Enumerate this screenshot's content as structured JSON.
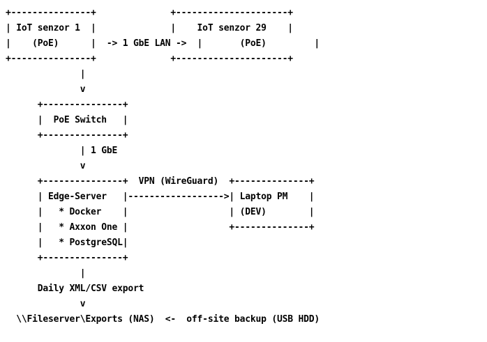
{
  "diagram": {
    "lines": [
      "+---------------+              +---------------------+",
      "| IoT senzor 1  |              |    IoT senzor 29    |",
      "|    (PoE)      |  -> 1 GbE LAN ->  |       (PoE)         |",
      "+---------------+              +---------------------+",
      "              |",
      "              v",
      "      +---------------+",
      "      |  PoE Switch   |",
      "      +---------------+",
      "              | 1 GbE",
      "              v",
      "      +---------------+  VPN (WireGuard)  +--------------+",
      "      | Edge-Server   |------------------>| Laptop PM    |",
      "      |   * Docker    |                   | (DEV)        |",
      "      |   * Axxon One |                   +--------------+",
      "      |   * PostgreSQL|",
      "      +---------------+",
      "              |",
      "      Daily XML/CSV export",
      "              v",
      "  \\\\Fileserver\\Exports (NAS)  <-  off-site backup (USB HDD)"
    ]
  }
}
